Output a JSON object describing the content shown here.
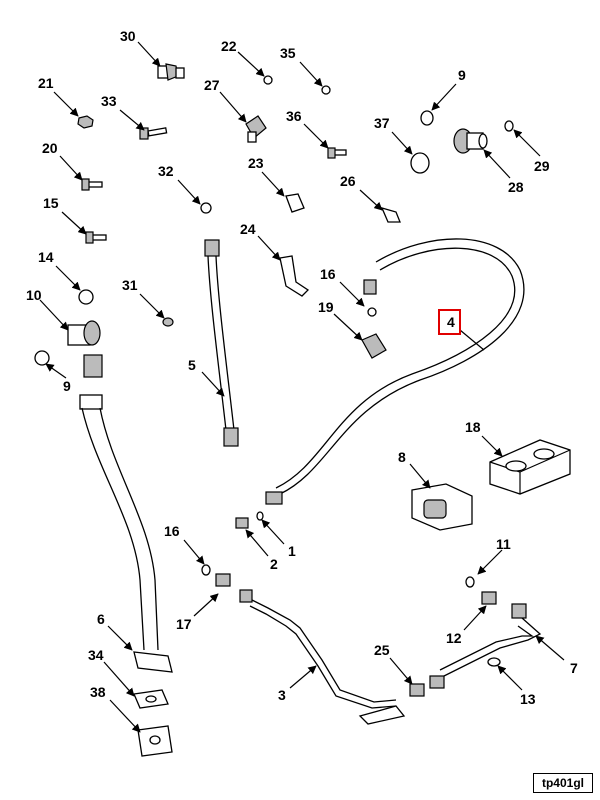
{
  "drawing_id": "tp401gl",
  "highlighted_callout": "4",
  "callouts": [
    {
      "key": "c30",
      "label": "30"
    },
    {
      "key": "c22",
      "label": "22"
    },
    {
      "key": "c35",
      "label": "35"
    },
    {
      "key": "c21",
      "label": "21"
    },
    {
      "key": "c33",
      "label": "33"
    },
    {
      "key": "c27",
      "label": "27"
    },
    {
      "key": "c9a",
      "label": "9"
    },
    {
      "key": "c36",
      "label": "36"
    },
    {
      "key": "c37",
      "label": "37"
    },
    {
      "key": "c29",
      "label": "29"
    },
    {
      "key": "c20",
      "label": "20"
    },
    {
      "key": "c32",
      "label": "32"
    },
    {
      "key": "c23",
      "label": "23"
    },
    {
      "key": "c28",
      "label": "28"
    },
    {
      "key": "c26",
      "label": "26"
    },
    {
      "key": "c15",
      "label": "15"
    },
    {
      "key": "c24",
      "label": "24"
    },
    {
      "key": "c14",
      "label": "14"
    },
    {
      "key": "c16a",
      "label": "16"
    },
    {
      "key": "c31",
      "label": "31"
    },
    {
      "key": "c10",
      "label": "10"
    },
    {
      "key": "c19",
      "label": "19"
    },
    {
      "key": "c4",
      "label": "4"
    },
    {
      "key": "c9b",
      "label": "9"
    },
    {
      "key": "c5",
      "label": "5"
    },
    {
      "key": "c18",
      "label": "18"
    },
    {
      "key": "c8",
      "label": "8"
    },
    {
      "key": "c16b",
      "label": "16"
    },
    {
      "key": "c1",
      "label": "1"
    },
    {
      "key": "c2",
      "label": "2"
    },
    {
      "key": "c11",
      "label": "11"
    },
    {
      "key": "c17",
      "label": "17"
    },
    {
      "key": "c6",
      "label": "6"
    },
    {
      "key": "c12",
      "label": "12"
    },
    {
      "key": "c7",
      "label": "7"
    },
    {
      "key": "c34",
      "label": "34"
    },
    {
      "key": "c25",
      "label": "25"
    },
    {
      "key": "c3",
      "label": "3"
    },
    {
      "key": "c13",
      "label": "13"
    },
    {
      "key": "c38",
      "label": "38"
    }
  ]
}
